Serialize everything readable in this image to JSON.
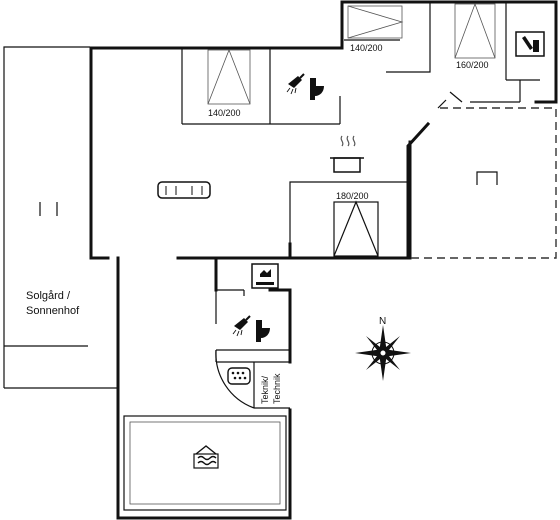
{
  "plan": {
    "beds": {
      "bed_140_top": "140/200",
      "bed_160": "160/200",
      "bed_140_left": "140/200",
      "bed_180": "180/200"
    },
    "neighbor_label_line1": "Solgård /",
    "neighbor_label_line2": "Sonnenhof",
    "technik_line1": "Teknik/",
    "technik_line2": "Technik",
    "compass_north": "N",
    "icons": {
      "toilet_shower": "toilet-shower-icon",
      "kitchen": "cooking-pot-icon",
      "sofa": "sofa-icon",
      "washer": "washing-machine-icon",
      "sauna": "sauna-icon",
      "whirlpool": "whirlpool-icon",
      "pool": "pool-icon",
      "compass": "compass-rose-icon"
    }
  }
}
